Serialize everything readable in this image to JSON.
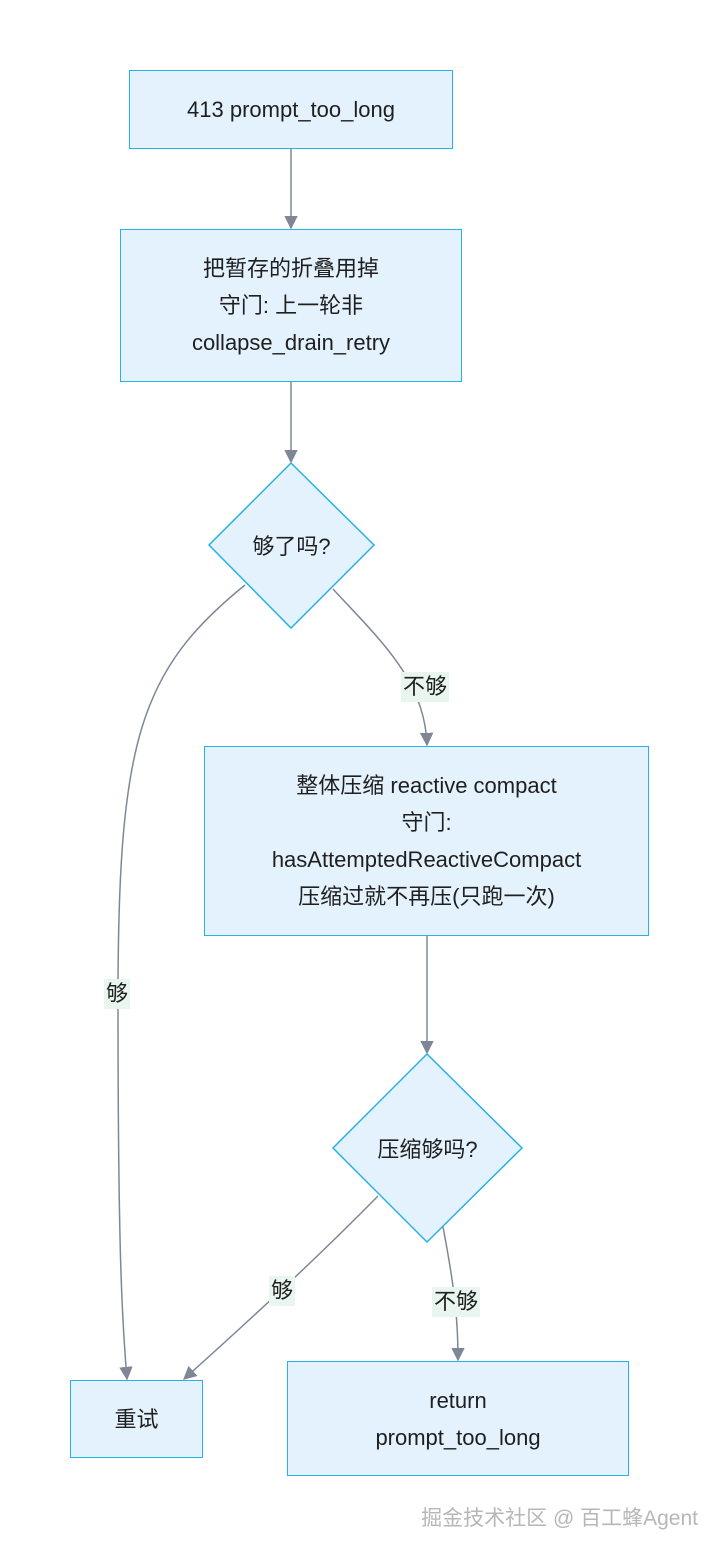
{
  "nodes": {
    "start": {
      "lines": [
        "413 prompt_too_long"
      ]
    },
    "collapse": {
      "lines": [
        "把暂存的折叠用掉",
        "守门: 上一轮非",
        "collapse_drain_retry"
      ]
    },
    "decision_enough": {
      "label": "够了吗?"
    },
    "reactive": {
      "lines": [
        "整体压缩 reactive compact",
        "守门:",
        "hasAttemptedReactiveCompact",
        "压缩过就不再压(只跑一次)"
      ]
    },
    "decision_compact": {
      "label": "压缩够吗?"
    },
    "retry": {
      "lines": [
        "重试"
      ]
    },
    "return": {
      "lines": [
        "return",
        "prompt_too_long"
      ]
    }
  },
  "edges": {
    "enough_yes": "够",
    "enough_no": "不够",
    "compact_yes": "够",
    "compact_no": "不够"
  },
  "colors": {
    "node_fill": "#e4f2fd",
    "node_border": "#27b1e5",
    "edge": "#7f8797",
    "edge_label_bg": "#e9f6ef"
  },
  "watermark": "掘金技术社区 @ 百工蜂Agent"
}
